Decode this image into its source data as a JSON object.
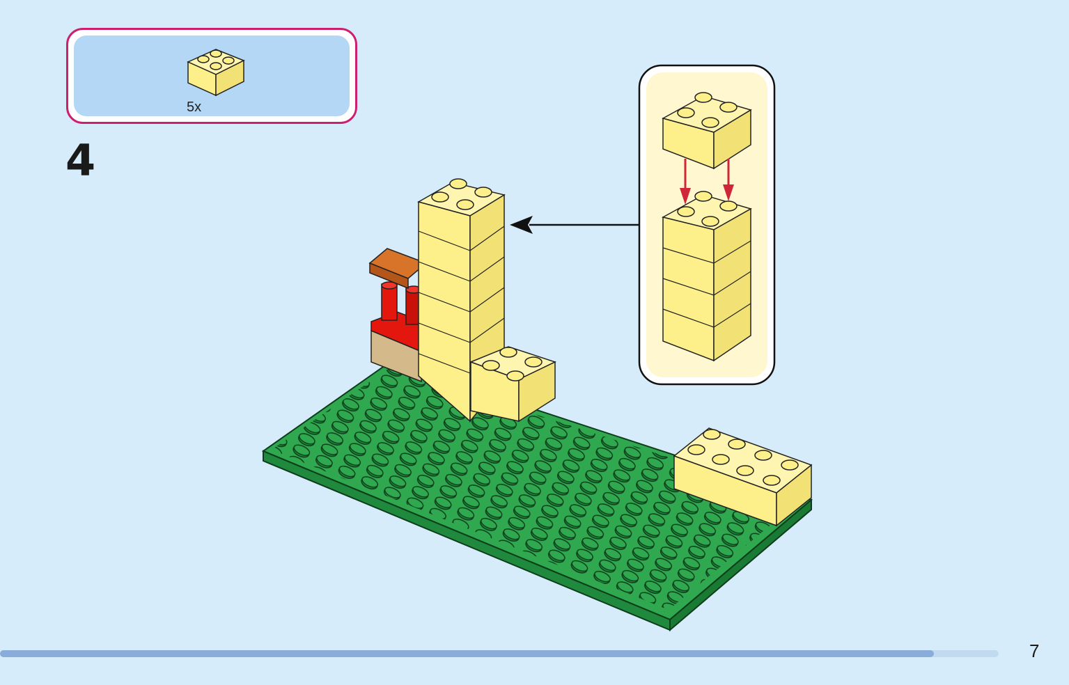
{
  "parts_list": {
    "quantity": "5x",
    "brick_icon": "yellow-2x2-brick-icon",
    "brick_color": "#fdf08a"
  },
  "step": {
    "number": "4"
  },
  "page": {
    "number": "7",
    "progress": 0.935
  },
  "colors": {
    "background": "#d6ecfb",
    "callout_border": "#cc1f6e",
    "parts_panel": "#b3d7f5",
    "baseplate_green": "#2fa84f",
    "brick_yellow": "#fdf08a",
    "roof_orange": "#c8641b",
    "pillar_red": "#e3170d",
    "tan": "#d4b98a",
    "arrow_red": "#d0263a",
    "inset_bg": "#fff7cf"
  }
}
